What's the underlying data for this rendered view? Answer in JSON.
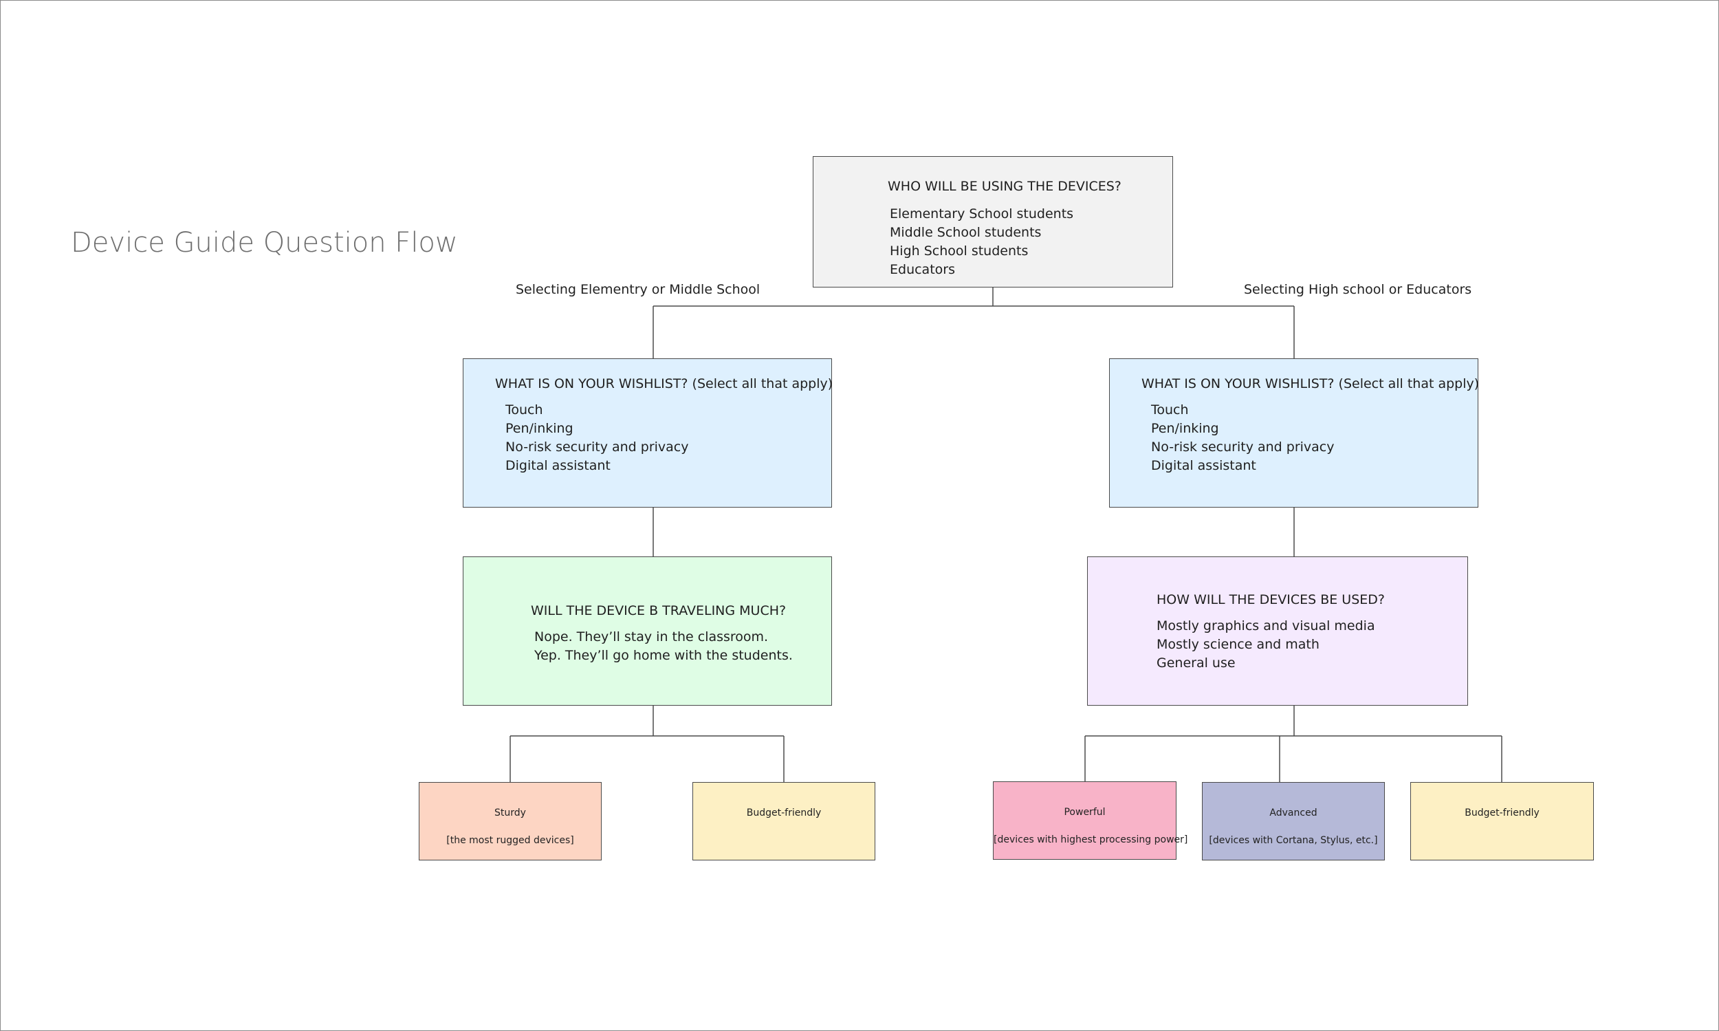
{
  "page_title": "Device Guide Question Flow",
  "colors": {
    "root_fill": "#f2f2f2",
    "wishlist_fill": "#def0fe",
    "travel_fill": "#dffde5",
    "usage_fill": "#f5eafe",
    "sturdy_fill": "#fdd5c3",
    "budget_fill": "#fdf0c4",
    "powerful_fill": "#f8b3c8",
    "advanced_fill": "#b5b9d8",
    "line": "#4a4a4a"
  },
  "root": {
    "question": "WHO WILL BE USING THE DEVICES?",
    "options": [
      "Elementary School students",
      "Middle School students",
      "High School students",
      "Educators"
    ]
  },
  "branches": {
    "left_label": "Selecting Elementry or Middle School",
    "right_label": "Selecting High school or Educators"
  },
  "left_wishlist": {
    "question": "WHAT IS ON YOUR WISHLIST? (Select all that apply)",
    "options": [
      "Touch",
      "Pen/inking",
      "No-risk security and privacy",
      "Digital assistant"
    ]
  },
  "right_wishlist": {
    "question": "WHAT IS ON YOUR WISHLIST? (Select all that apply)",
    "options": [
      "Touch",
      "Pen/inking",
      "No-risk security and privacy",
      "Digital assistant"
    ]
  },
  "travel": {
    "question": "WILL THE DEVICE B TRAVELING MUCH?",
    "options": [
      "Nope. They’ll stay in the classroom.",
      "Yep. They’ll go home with the students."
    ]
  },
  "usage": {
    "question": "HOW WILL THE DEVICES BE USED?",
    "options": [
      "Mostly graphics and visual media",
      "Mostly science and math",
      "General use"
    ]
  },
  "outcomes": {
    "sturdy": {
      "title": "Sturdy",
      "subtitle": "[the most rugged devices]"
    },
    "budget_left": {
      "title": "Budget-friendly"
    },
    "powerful": {
      "title": "Powerful",
      "subtitle": "[devices with highest processing power]"
    },
    "advanced": {
      "title": "Advanced",
      "subtitle": "[devices with Cortana, Stylus, etc.]"
    },
    "budget_right": {
      "title": "Budget-friendly"
    }
  }
}
